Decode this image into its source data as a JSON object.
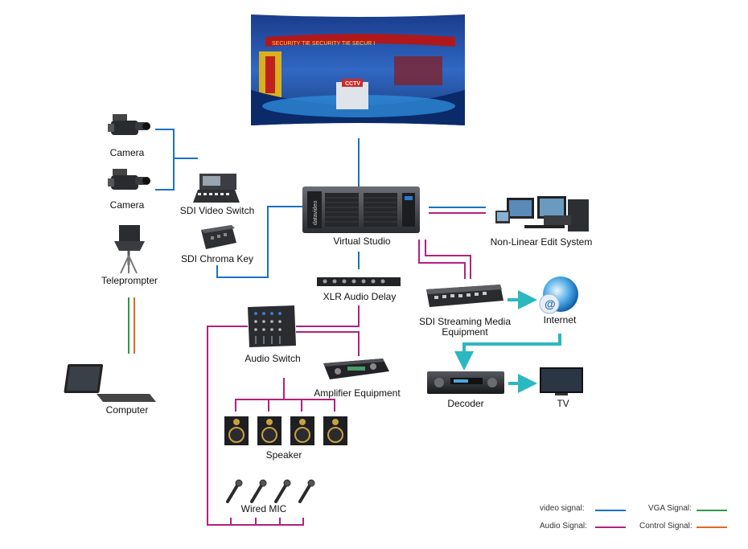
{
  "devices": {
    "camera_1": "Camera",
    "camera_2": "Camera",
    "teleprompter": "Teleprompter",
    "computer": "Computer",
    "video_switch": "SDI Video Switch",
    "chroma_key": "SDI Chroma Key",
    "virtual_studio": "Virtual Studio",
    "nle": "Non-Linear Edit System",
    "audio_delay": "XLR Audio Delay",
    "streaming": "SDI Streaming Media Equipment",
    "internet": "Internet",
    "audio_switch": "Audio Switch",
    "amplifier": "Amplifier Equipment",
    "speaker": "Speaker",
    "decoder": "Decoder",
    "tv": "TV",
    "wired_mic": "Wired MIC"
  },
  "screen_text": {
    "ticker": "SECURITY TIE   SECURITY TIE   SECUR I",
    "station": "CCTV",
    "device_brand": "datavideo"
  },
  "legend": {
    "video": "video signal:",
    "audio": "Audio Signal:",
    "vga": "VGA Signal:",
    "control": "Control Signal:"
  },
  "colors": {
    "video": "#1a72c4",
    "audio": "#b4207e",
    "vga": "#2e9a48",
    "control": "#e06a26",
    "network": "#2bb8c0"
  }
}
